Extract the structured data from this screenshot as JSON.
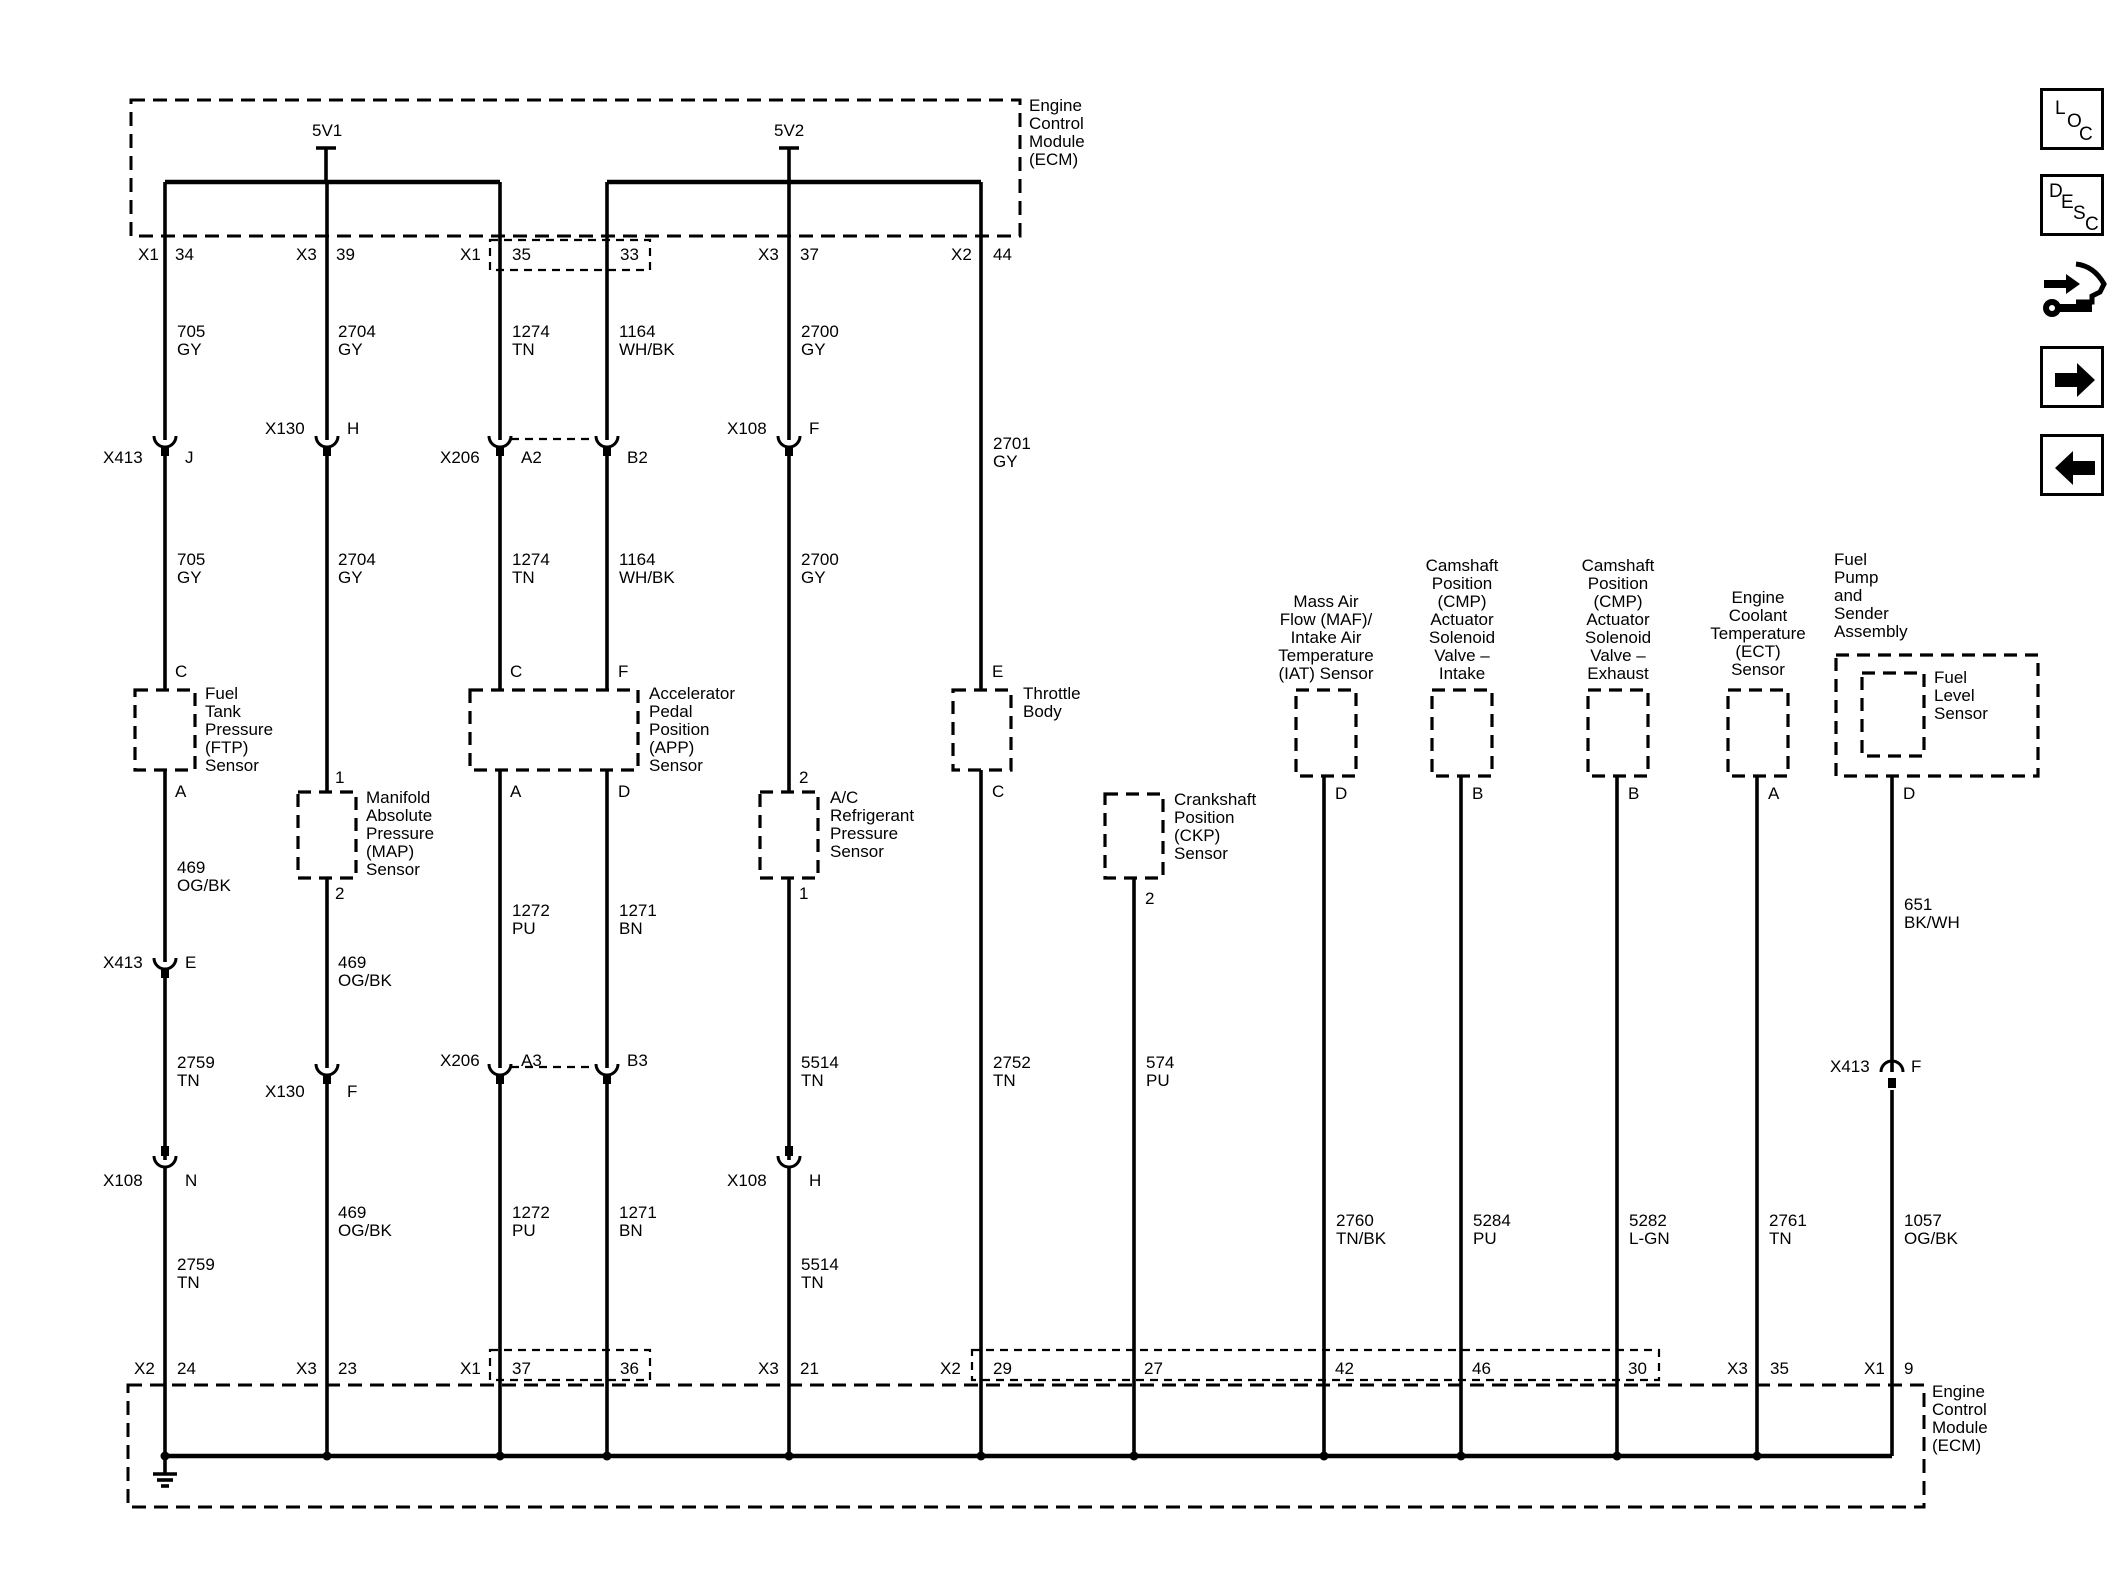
{
  "modules": {
    "ecm_top": [
      "Engine",
      "Control",
      "Module",
      "(ECM)"
    ],
    "ecm_bottom": [
      "Engine",
      "Control",
      "Module",
      "(ECM)"
    ]
  },
  "power": {
    "v1": "5V1",
    "v2": "5V2"
  },
  "top_pins": [
    {
      "conn": "X1",
      "pin": "34"
    },
    {
      "conn": "X3",
      "pin": "39"
    },
    {
      "conn": "X1",
      "pin": "35"
    },
    {
      "conn": "",
      "pin": "33"
    },
    {
      "conn": "X3",
      "pin": "37"
    },
    {
      "conn": "X2",
      "pin": "44"
    }
  ],
  "bottom_pins": [
    {
      "conn": "X2",
      "pin": "24"
    },
    {
      "conn": "X3",
      "pin": "23"
    },
    {
      "conn": "X1",
      "pin": "37"
    },
    {
      "conn": "",
      "pin": "36"
    },
    {
      "conn": "X3",
      "pin": "21"
    },
    {
      "conn": "X2",
      "pin": "29"
    },
    {
      "conn": "",
      "pin": "27"
    },
    {
      "conn": "",
      "pin": "42"
    },
    {
      "conn": "",
      "pin": "46"
    },
    {
      "conn": "",
      "pin": "30"
    },
    {
      "conn": "X3",
      "pin": "35"
    },
    {
      "conn": "X1",
      "pin": "9"
    }
  ],
  "wire_labels": [
    [
      "705",
      "GY"
    ],
    [
      "2704",
      "GY"
    ],
    [
      "1274",
      "TN"
    ],
    [
      "1164",
      "WH/BK"
    ],
    [
      "2700",
      "GY"
    ],
    [
      "2701",
      "GY"
    ],
    [
      "705",
      "GY"
    ],
    [
      "2704",
      "GY"
    ],
    [
      "1274",
      "TN"
    ],
    [
      "1164",
      "WH/BK"
    ],
    [
      "2700",
      "GY"
    ],
    [
      "469",
      "OG/BK"
    ],
    [
      "469",
      "OG/BK"
    ],
    [
      "1272",
      "PU"
    ],
    [
      "1271",
      "BN"
    ],
    [
      "2759",
      "TN"
    ],
    [
      "5514",
      "TN"
    ],
    [
      "2752",
      "TN"
    ],
    [
      "574",
      "PU"
    ],
    [
      "651",
      "BK/WH"
    ],
    [
      "2759",
      "TN"
    ],
    [
      "469",
      "OG/BK"
    ],
    [
      "1272",
      "PU"
    ],
    [
      "1271",
      "BN"
    ],
    [
      "5514",
      "TN"
    ],
    [
      "2760",
      "TN/BK"
    ],
    [
      "5284",
      "PU"
    ],
    [
      "5282",
      "L-GN"
    ],
    [
      "2761",
      "TN"
    ],
    [
      "1057",
      "OG/BK"
    ]
  ],
  "inline_connectors": [
    {
      "name": "X413",
      "pin": "J"
    },
    {
      "name": "X130",
      "pin": "H"
    },
    {
      "name": "X206",
      "pin": "A2"
    },
    {
      "name": "",
      "pin": "B2"
    },
    {
      "name": "X108",
      "pin": "F"
    },
    {
      "name": "X413",
      "pin": "E"
    },
    {
      "name": "X130",
      "pin": "F"
    },
    {
      "name": "X206",
      "pin": "A3"
    },
    {
      "name": "",
      "pin": "B3"
    },
    {
      "name": "X413",
      "pin": "F"
    },
    {
      "name": "X108",
      "pin": "N"
    },
    {
      "name": "X108",
      "pin": "H"
    }
  ],
  "components": {
    "ftp": {
      "lines": [
        "Fuel",
        "Tank",
        "Pressure",
        "(FTP)",
        "Sensor"
      ],
      "pin_top": "C",
      "pin_bottom": "A"
    },
    "map": {
      "lines": [
        "Manifold",
        "Absolute",
        "Pressure",
        "(MAP)",
        "Sensor"
      ],
      "pin_top": "1",
      "pin_bottom": "2"
    },
    "app": {
      "lines": [
        "Accelerator",
        "Pedal",
        "Position",
        "(APP)",
        "Sensor"
      ],
      "pins_top": [
        "C",
        "F"
      ],
      "pins_bottom": [
        "A",
        "D"
      ]
    },
    "acr": {
      "lines": [
        "A/C",
        "Refrigerant",
        "Pressure",
        "Sensor"
      ],
      "pin_top": "2",
      "pin_bottom": "1"
    },
    "tb": {
      "lines": [
        "Throttle",
        "Body"
      ],
      "pin_top": "E",
      "pin_bottom": "C"
    },
    "ckp": {
      "lines": [
        "Crankshaft",
        "Position",
        "(CKP)",
        "Sensor"
      ],
      "pin_bottom": "2"
    },
    "maf": {
      "lines": [
        "Mass Air",
        "Flow (MAF)/",
        "Intake Air",
        "Temperature",
        "(IAT) Sensor"
      ],
      "pin_bottom": "D"
    },
    "cmp_in": {
      "lines": [
        "Camshaft",
        "Position",
        "(CMP)",
        "Actuator",
        "Solenoid",
        "Valve –",
        "Intake"
      ],
      "pin_bottom": "B"
    },
    "cmp_ex": {
      "lines": [
        "Camshaft",
        "Position",
        "(CMP)",
        "Actuator",
        "Solenoid",
        "Valve –",
        "Exhaust"
      ],
      "pin_bottom": "B"
    },
    "ect": {
      "lines": [
        "Engine",
        "Coolant",
        "Temperature",
        "(ECT)",
        "Sensor"
      ],
      "pin_bottom": "A"
    },
    "fp_assembly": {
      "lines": [
        "Fuel",
        "Pump",
        "and",
        "Sender",
        "Assembly"
      ]
    },
    "fls": {
      "lines": [
        "Fuel",
        "Level",
        "Sensor"
      ],
      "pin_bottom": "D"
    }
  },
  "nav": {
    "loc": [
      "L",
      "O",
      "C"
    ],
    "desc": [
      "D",
      "E",
      "S",
      "C"
    ],
    "icons": [
      "connector-tools-icon",
      "arrow-right-icon",
      "arrow-left-icon"
    ]
  }
}
